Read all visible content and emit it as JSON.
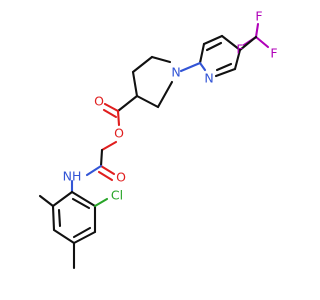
{
  "atoms": {
    "n_pyridine": "N",
    "n_piperidine": "N",
    "f_top": "F",
    "f_right": "F",
    "f_left": "F",
    "o_carbonyl_ester": "O",
    "o_ester": "O",
    "nh_amide": "NH",
    "o_amide": "O",
    "cl": "Cl"
  },
  "colors": {
    "carbon_bond": "#111111",
    "nitrogen": "#3355d6",
    "oxygen": "#e01e1e",
    "fluorine": "#b000b8",
    "chlorine": "#28a428",
    "background": "#ffffff"
  }
}
